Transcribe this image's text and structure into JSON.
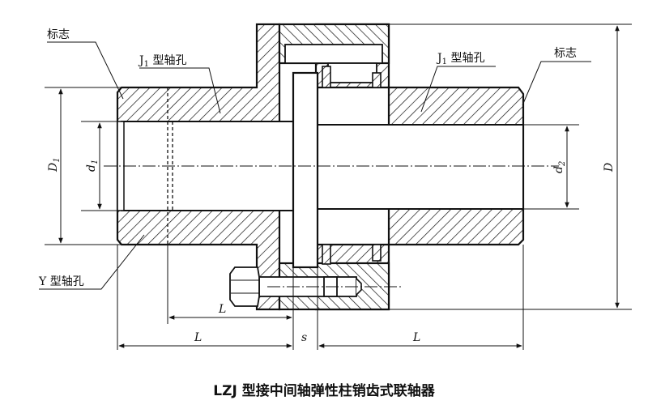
{
  "caption": "LZJ 型接中间轴弹性柱销齿式联轴器",
  "labels": {
    "mark_left": "标志",
    "mark_right": "标志",
    "j1_left_main": "J",
    "j1_left_sub": "1",
    "j1_left_rest": " 型轴孔",
    "j1_right_main": "J",
    "j1_right_sub": "1",
    "j1_right_rest": " 型轴孔",
    "y_hole": "Y 型轴孔"
  },
  "dimensions": {
    "D1_main": "D",
    "D1_sub": "1",
    "d1_main": "d",
    "d1_sub": "1",
    "d2_main": "d",
    "d2_sub": "2",
    "D": "D",
    "L_inner": "L",
    "L_left": "L",
    "s": "s",
    "L_right": "L"
  },
  "colors": {
    "ink": "#111111",
    "paper": "#ffffff"
  }
}
